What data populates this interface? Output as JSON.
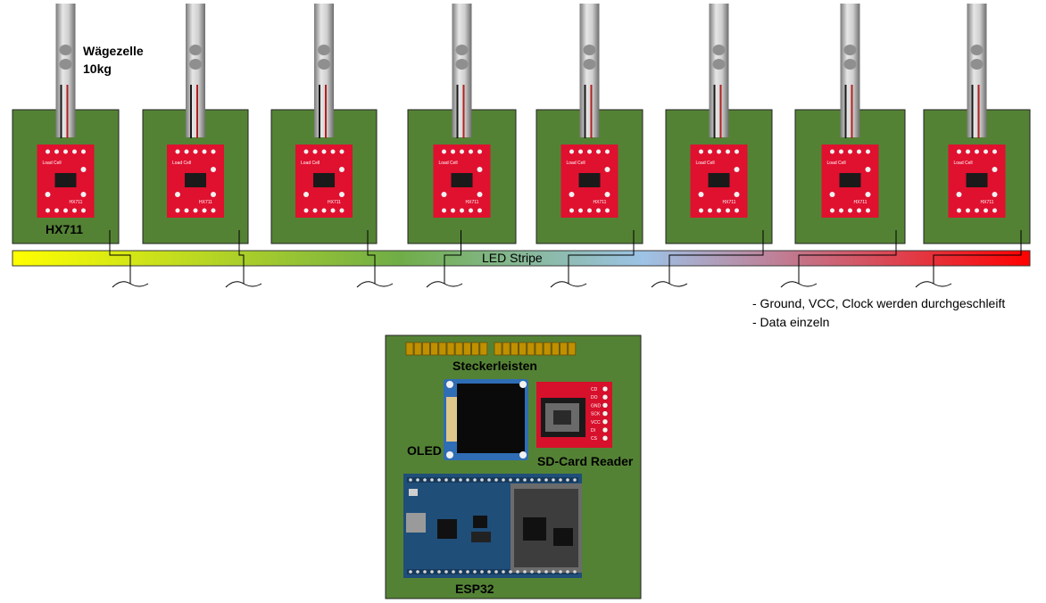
{
  "load_cell_label": "Wägezelle\n10kg",
  "hx711_label": "HX711",
  "led_stripe_label": "LED Stripe",
  "notes": [
    "- Ground, VCC, Clock werden durchgeschleift",
    "- Data einzeln"
  ],
  "controller_board": {
    "steckerleisten_label": "Steckerleisten",
    "oled_label": "OLED",
    "sd_label": "SD-Card Reader",
    "esp32_label": "ESP32"
  },
  "module_count": 8,
  "chip_silk_top": "Load Cell",
  "chip_silk_side": "HX711",
  "sd_pins": [
    "CD",
    "DO",
    "GND",
    "SCK",
    "VCC",
    "DI",
    "CS"
  ],
  "colors": {
    "board_green": "#548235",
    "hx711_red": "#e0102f",
    "stripe_start": "#ffff00",
    "stripe_mid1": "#70ad47",
    "stripe_mid2": "#9dc3e6",
    "stripe_end": "#ff0000",
    "load_cell_metal": "#b0b0b0",
    "esp32_blue": "#1f4e79",
    "header_gold": "#c09000"
  }
}
